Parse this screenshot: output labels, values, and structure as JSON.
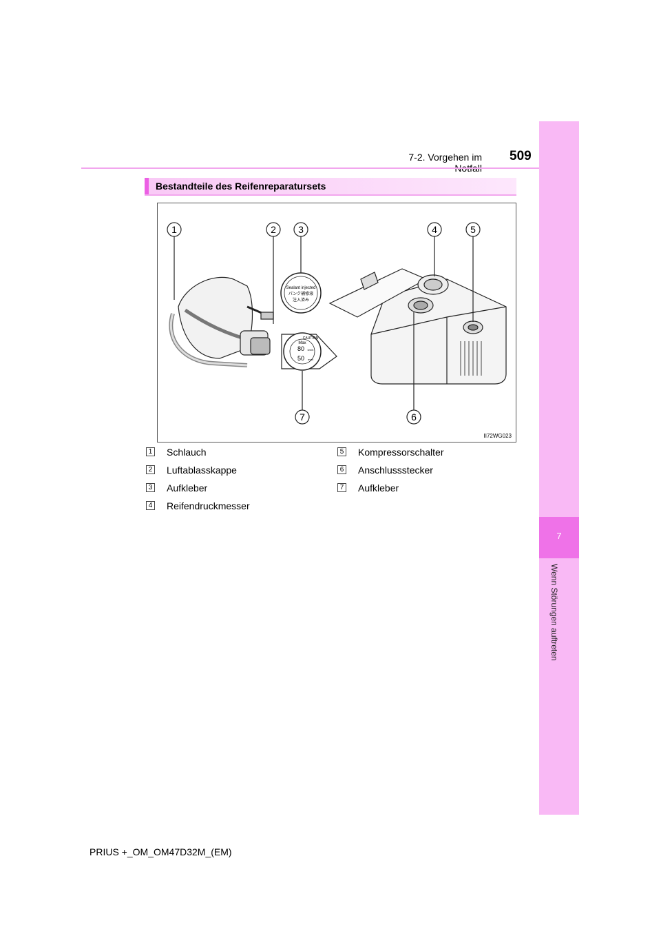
{
  "header": {
    "page_number": "509",
    "section": "7-2. Vorgehen im Notfall"
  },
  "side_tab": {
    "chapter_number": "7",
    "chapter_title": "Wenn Störungen auftreten"
  },
  "heading": {
    "title": "Bestandteile des Reifenreparatursets"
  },
  "figure": {
    "code": "II72WG023",
    "callouts": [
      "1",
      "2",
      "3",
      "4",
      "5",
      "6",
      "7"
    ],
    "sticker_top": {
      "line1": "Sealant injected",
      "line2": "パンク補修液",
      "line3": "注入済み"
    },
    "sticker_bottom": {
      "caution": "CAUTION",
      "max": "Max",
      "speed": "80",
      "speed_unit": "km/h",
      "dist": "50",
      "dist_unit": "mph"
    }
  },
  "legend": [
    {
      "number": "1",
      "label": "Schlauch"
    },
    {
      "number": "2",
      "label": "Luftablasskappe"
    },
    {
      "number": "3",
      "label": "Aufkleber"
    },
    {
      "number": "4",
      "label": "Reifendruckmesser"
    },
    {
      "number": "5",
      "label": "Kompressorschalter"
    },
    {
      "number": "6",
      "label": "Anschlussstecker"
    },
    {
      "number": "7",
      "label": "Aufkleber"
    }
  ],
  "footer": {
    "document_id": "PRIUS +_OM_OM47D32M_(EM)"
  },
  "colors": {
    "accent_pink": "#ef72e8",
    "tab_pink": "#f9b9f5"
  }
}
